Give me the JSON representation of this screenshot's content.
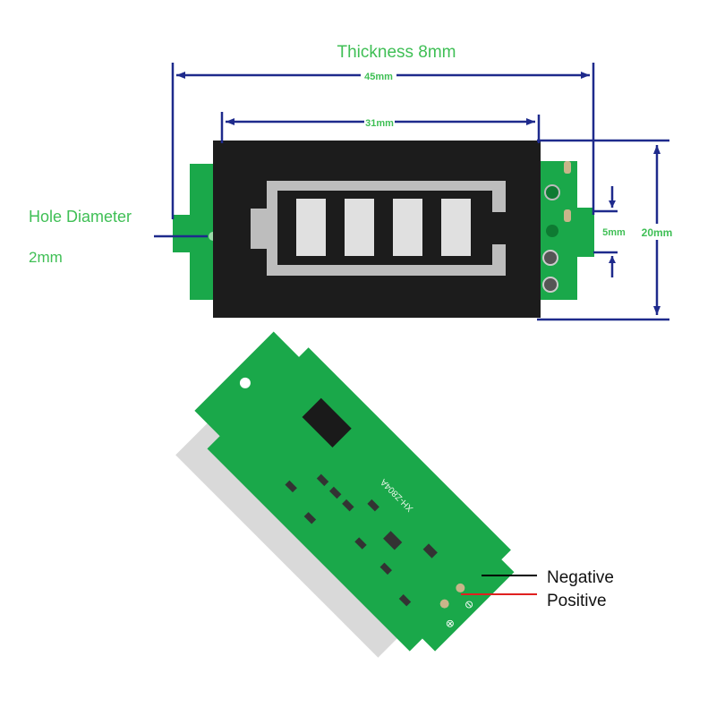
{
  "annotations": {
    "thickness": "Thickness 8mm",
    "overall_length": "45mm",
    "display_length": "31mm",
    "height": "20mm",
    "pin_pitch": "5mm",
    "hole_diameter_line1": "Hole Diameter",
    "hole_diameter_line2": "2mm",
    "negative": "Negative",
    "positive": "Positive"
  },
  "board_markings": {
    "model": "XH-Z804A",
    "minus_symbol": "⊖",
    "plus_symbol": "⊕"
  },
  "battery_level": {
    "bars_filled": 4,
    "bars_total": 4
  },
  "colors": {
    "dimension_line": "#1e2a8c",
    "dimension_text": "#3fbf55",
    "pcb_green": "#1aa84a",
    "display_black": "#1c1c1c",
    "negative_wire": "#000000",
    "positive_wire": "#e02020"
  }
}
